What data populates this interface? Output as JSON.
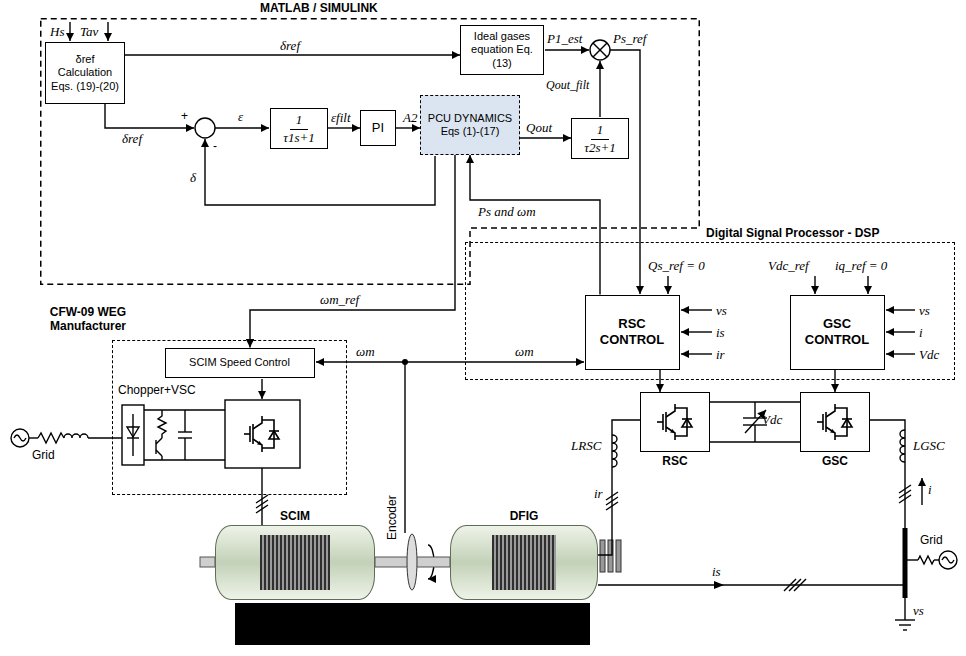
{
  "diagram": {
    "nodes": [
      {
        "text": [
          "MATLAB / SIMULINK"
        ]
      },
      {
        "text": [
          "δref Calculation Eqs. (19)-(20)"
        ],
        "in": 0
      },
      {
        "text": [
          "Ideal gases equation Eq.(13)"
        ],
        "in": 0
      },
      {
        "text": [
          "1",
          "τ1s+1"
        ],
        "in": 0
      },
      {
        "text": [
          "PI"
        ],
        "in": 0
      },
      {
        "text": [
          "PCU DYNAMICS Eqs (1)-(17)"
        ],
        "in": 0
      },
      {
        "text": [
          "1",
          "τ2s+1"
        ],
        "in": 0
      },
      {
        "text": [
          "CFW-09 WEG Manufacturer"
        ]
      },
      {
        "text": [
          "SCIM Speed Control"
        ],
        "in": 7
      },
      {
        "text": [
          "Digital Signal Processor - DSP"
        ]
      },
      {
        "text": [
          "RSC CONTROL"
        ],
        "in": 9
      },
      {
        "text": [
          "GSC CONTROL"
        ],
        "in": 9
      },
      {
        "text": [
          "RSC"
        ]
      },
      {
        "text": [
          "GSC"
        ]
      },
      {
        "text": [
          "SCIM"
        ]
      },
      {
        "text": [
          "DFIG"
        ]
      }
    ],
    "edges": [
      {
        "from": 1,
        "to": 2,
        "label": "δref",
        "arrow": "to"
      },
      {
        "from": 3,
        "to": 4,
        "label": "εfilt",
        "arrow": "to"
      },
      {
        "from": 4,
        "to": 5,
        "label": "A2",
        "arrow": "to"
      },
      {
        "from": 5,
        "to": 6,
        "label": "Qout",
        "arrow": "to"
      },
      {
        "from": 5,
        "to": 8,
        "label": "ωm_ref",
        "arrow": "to"
      },
      {
        "from": 10,
        "to": 5,
        "label": "Ps and ωm",
        "arrow": "to"
      },
      {
        "from": 10,
        "to": 12,
        "arrow": "to"
      },
      {
        "from": 11,
        "to": 13,
        "arrow": "to"
      },
      {
        "from": 12,
        "to": 13,
        "arrow": "none"
      },
      {
        "from": 12,
        "to": 15,
        "arrow": "none"
      }
    ],
    "labels": [
      "Hs",
      "Tav",
      "δref",
      "+",
      "-",
      "ε",
      "δ",
      "P1_est",
      "Ps_ref",
      "Qout_filt",
      "Chopper+VSC",
      "Grid",
      "ωm",
      "ωm",
      "Qs_ref = 0",
      "Vdc_ref",
      "iq_ref = 0",
      "vs",
      "is",
      "ir",
      "vs",
      "i",
      "Vdc",
      "LRSC",
      "Vdc",
      "LGSC",
      "ir",
      "i",
      "Encoder",
      "is",
      "Grid",
      "vs"
    ]
  }
}
